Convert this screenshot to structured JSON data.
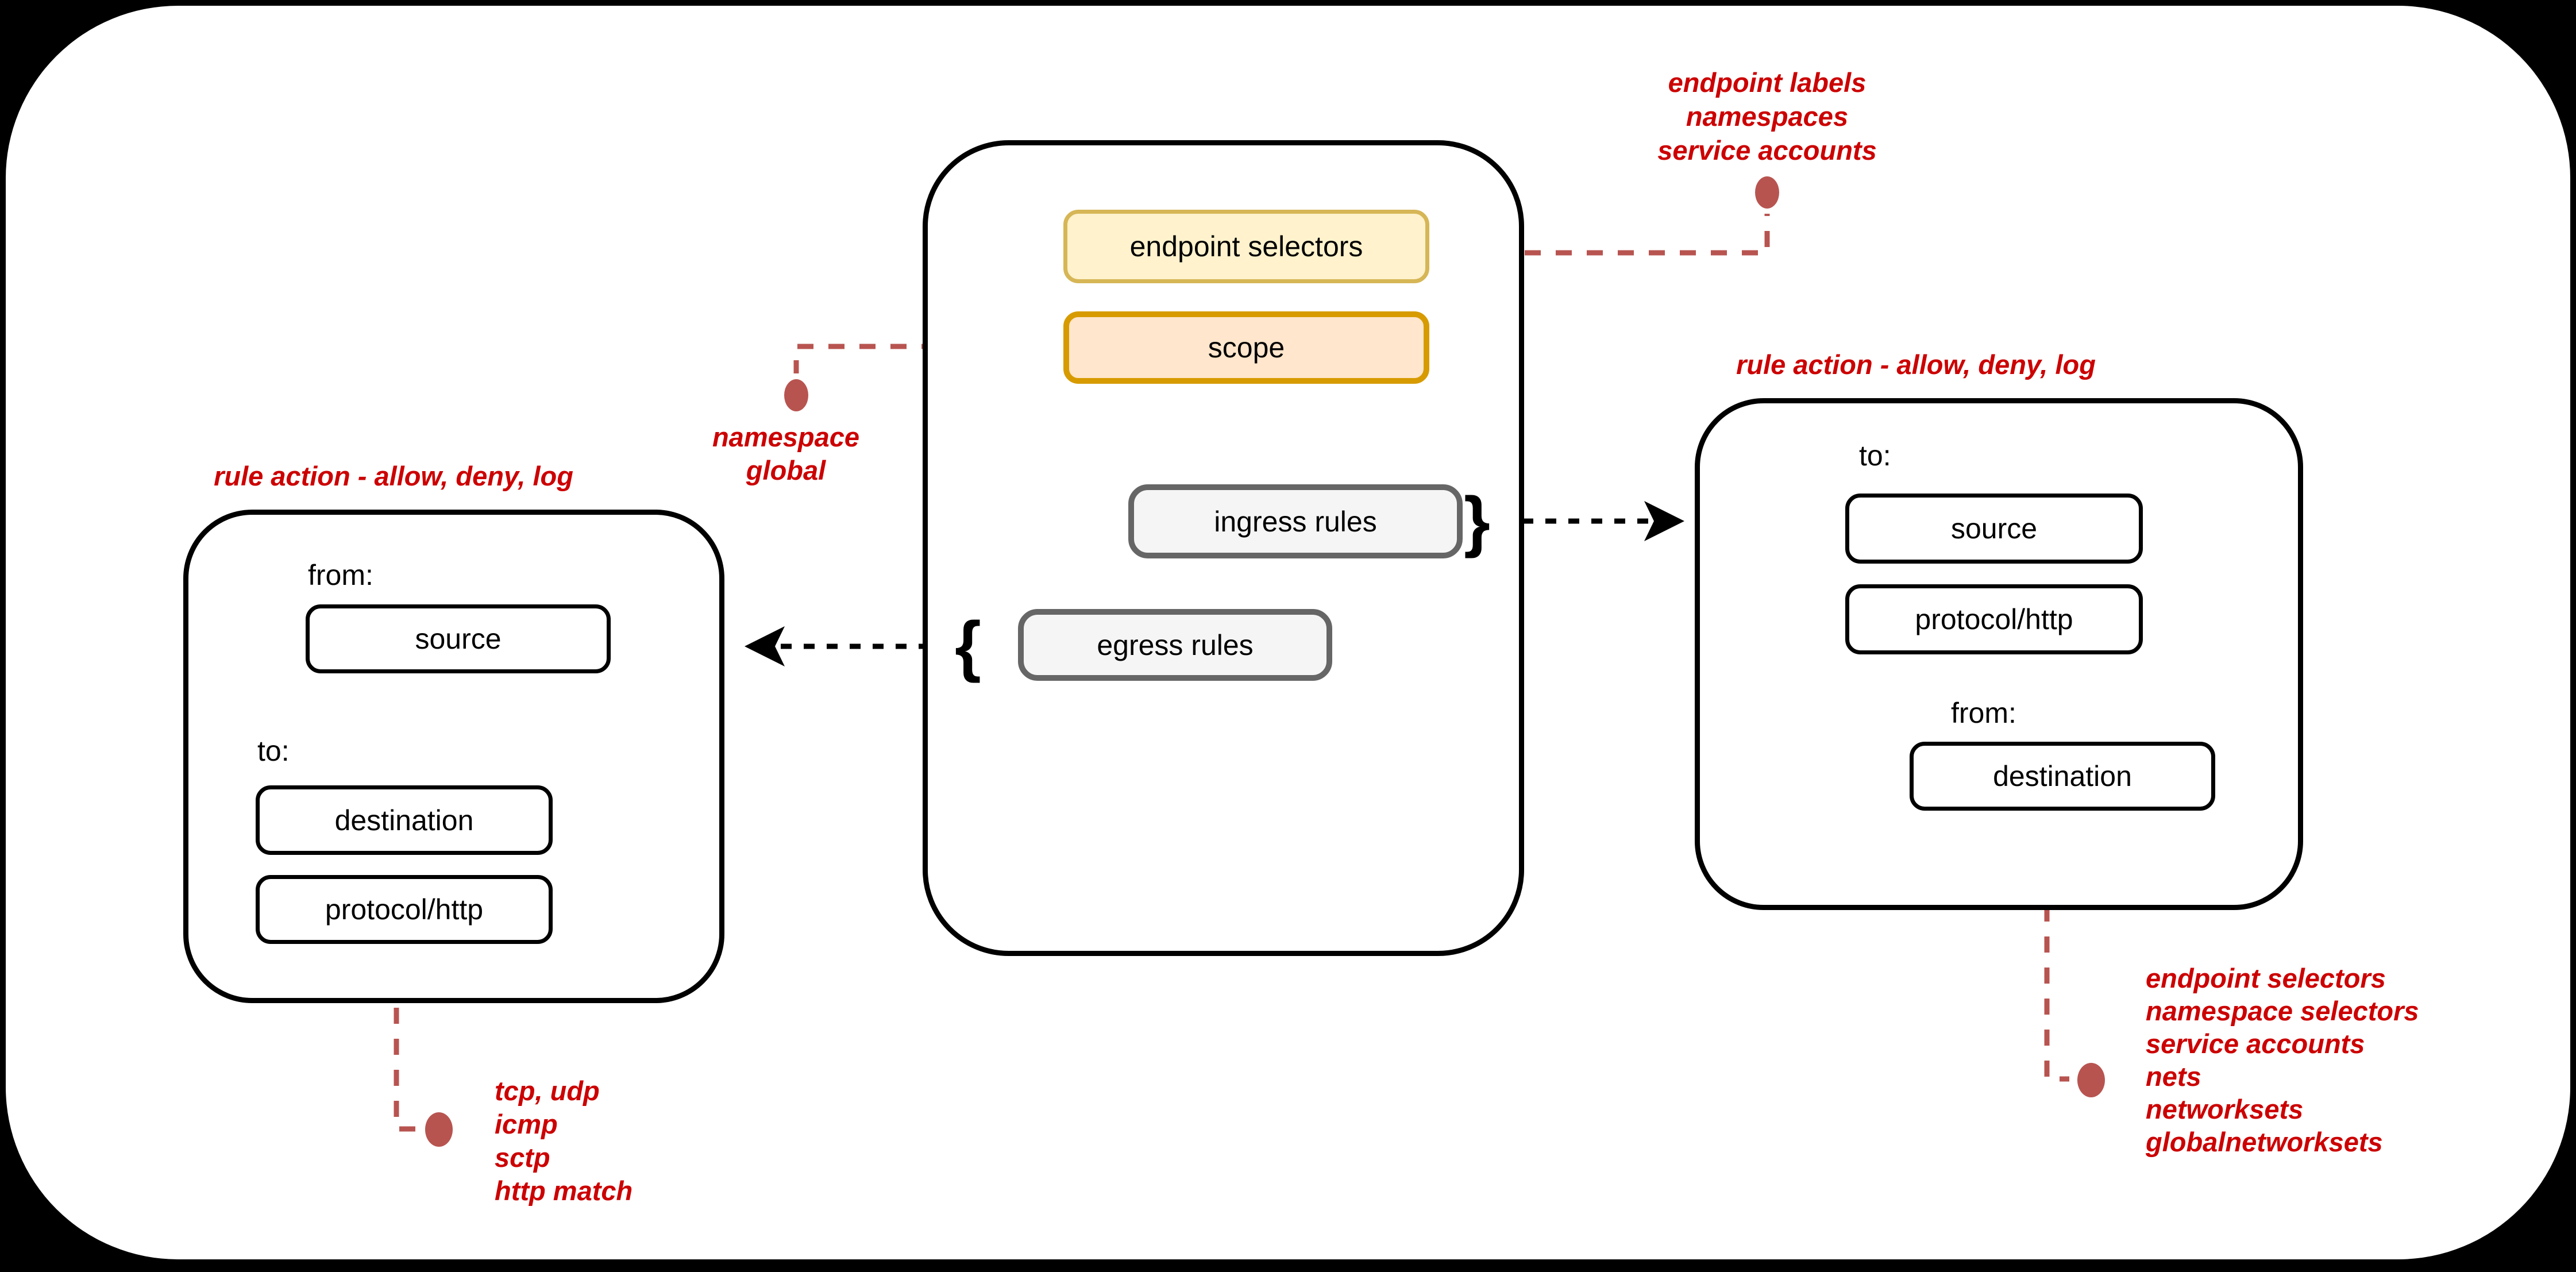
{
  "palette": {
    "canvas_bg": "#ffffff",
    "frame_bg": "#000000",
    "endpoint_fill": "#FFF2CC",
    "endpoint_border": "#D6B656",
    "scope_fill": "#FFE6CC",
    "scope_border": "#D79B00",
    "rules_fill": "#F5F5F5",
    "rules_border": "#666666",
    "annotation_text_red": "#CC0000",
    "connector_red": "#B85450",
    "line_black": "#000000"
  },
  "policy_box": {
    "endpoint_selectors_label": "endpoint selectors",
    "scope_label": "scope",
    "ingress_rules_label": "ingress rules",
    "egress_rules_label": "egress rules",
    "ingress_brace": "}",
    "egress_brace": "{"
  },
  "egress_rule_box": {
    "title": "rule action - allow, deny, log",
    "from_label": "from:",
    "source_label": "source",
    "to_label": "to:",
    "destination_label": "destination",
    "protocol_label": "protocol/http"
  },
  "ingress_rule_box": {
    "title": "rule action - allow, deny, log",
    "to_label": "to:",
    "source_label": "source",
    "protocol_label": "protocol/http",
    "from_label": "from:",
    "destination_label": "destination"
  },
  "annotations": {
    "endpoint_note": [
      "endpoint labels",
      "namespaces",
      "service accounts"
    ],
    "scope_note": [
      "namespace",
      "global"
    ],
    "protocol_note": [
      "tcp, udp",
      "icmp",
      "sctp",
      "http match"
    ],
    "destination_note": [
      "endpoint selectors",
      "namespace selectors",
      "service accounts",
      "nets",
      "networksets",
      "globalnetworksets"
    ]
  }
}
